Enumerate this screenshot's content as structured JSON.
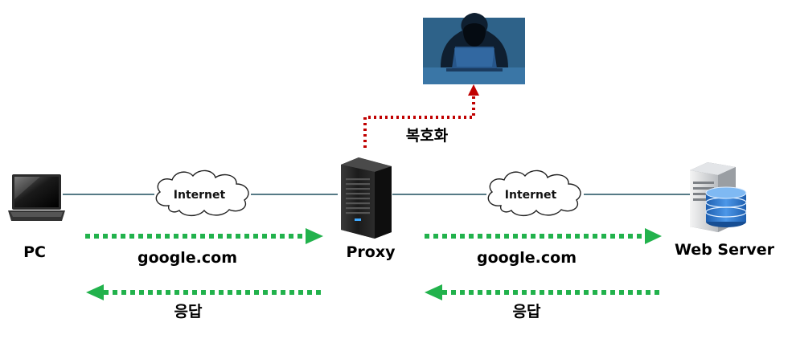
{
  "nodes": {
    "pc": {
      "label": "PC"
    },
    "proxy": {
      "label": "Proxy"
    },
    "server": {
      "label": "Web Server"
    },
    "attacker": {
      "label": ""
    }
  },
  "clouds": {
    "left": {
      "label": "Internet"
    },
    "right": {
      "label": "Internet"
    }
  },
  "flows": {
    "request_left": {
      "label": "google.com"
    },
    "request_right": {
      "label": "google.com"
    },
    "response_left": {
      "label": "응답"
    },
    "response_right": {
      "label": "응답"
    },
    "decrypt": {
      "label": "복호화"
    }
  },
  "colors": {
    "link_line": "#1f4e5f",
    "flow_arrow": "#22b24c",
    "decrypt_arrow": "#c00000",
    "attacker_bg": "#2e6289"
  }
}
